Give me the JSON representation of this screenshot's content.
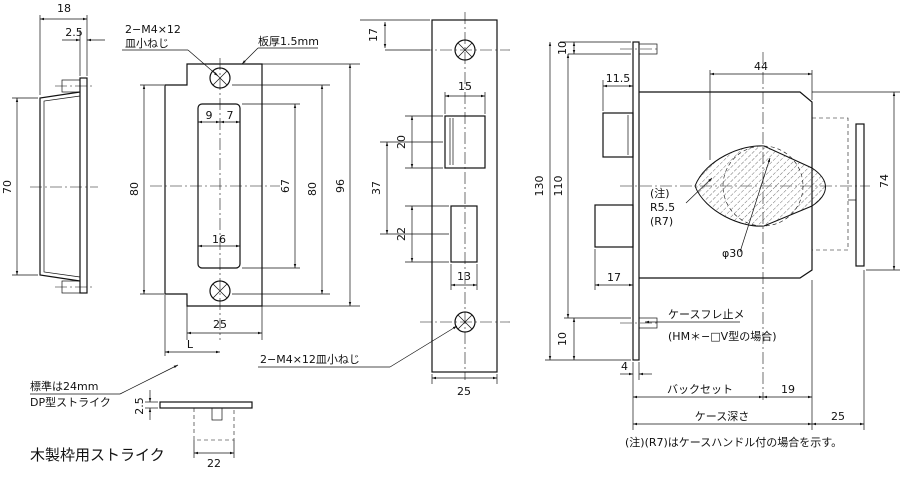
{
  "figure_title": "木製枠用ストライク",
  "strike_front": {
    "screw_note_line1": "2−M4×12",
    "screw_note_line2": "皿小ねじ",
    "plate_thickness": "板厚1.5mm",
    "dim_9": "9",
    "dim_7": "7",
    "dim_16": "16",
    "dim_67": "67",
    "dim_80_left": "80",
    "dim_80_right": "80",
    "dim_96": "96",
    "dim_25": "25",
    "dim_L": "L"
  },
  "strike_side": {
    "dim_18": "18",
    "dim_2_5": "2.5",
    "dim_70": "70"
  },
  "strike_note": {
    "line1": "標準は24mm",
    "line2": "DP型ストライク"
  },
  "strike_bottom": {
    "dim_2_5": "2.5",
    "dim_22": "22"
  },
  "faceplate": {
    "dim_17": "17",
    "dim_15": "15",
    "dim_20": "20",
    "dim_37": "37",
    "dim_22": "22",
    "dim_13": "13",
    "dim_25": "25",
    "screw_note": "2−M4×12皿小ねじ"
  },
  "lockcase": {
    "dim_10_top": "10",
    "dim_130": "130",
    "dim_110": "110",
    "dim_10_bottom": "10",
    "dim_11_5": "11.5",
    "dim_44": "44",
    "dim_17": "17",
    "dim_74": "74",
    "note_chu": "(注)",
    "note_r55": "R5.5",
    "note_r7": "(R7)",
    "dim_phi30": "φ30",
    "case_stop_label": "ケースフレ止メ",
    "case_stop_model": "(HM＊−□V型の場合)",
    "dim_4": "4",
    "backset_label": "バックセット",
    "dim_19": "19",
    "case_depth_label": "ケース深さ",
    "dim_25": "25",
    "footnote": "(注)(R7)はケースハンドル付の場合を示す。"
  }
}
